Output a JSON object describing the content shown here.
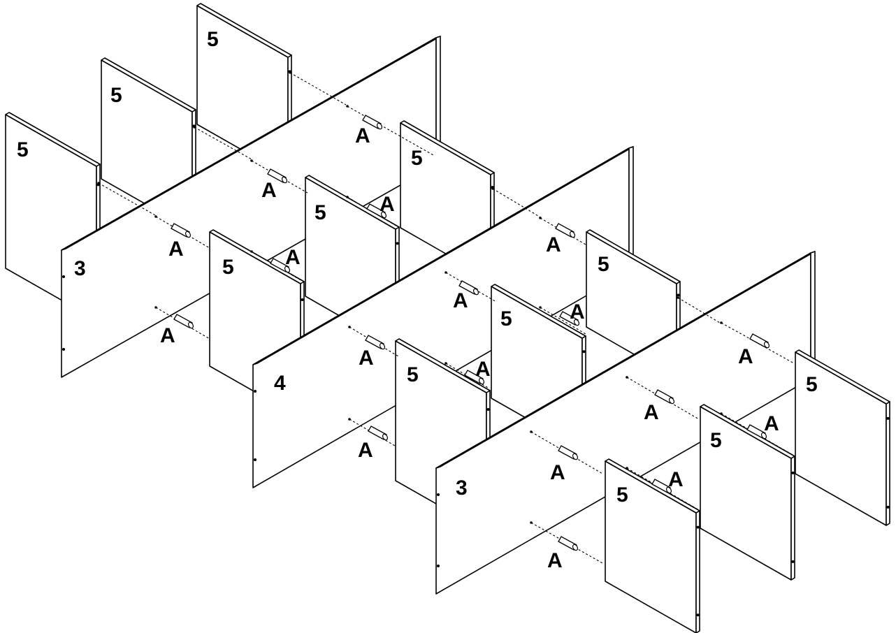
{
  "diagram": {
    "panel_labels": {
      "three": "3",
      "four": "4",
      "five": "5"
    },
    "dowel_label": "A",
    "colors": {
      "line": "#000000",
      "background": "#ffffff"
    }
  }
}
